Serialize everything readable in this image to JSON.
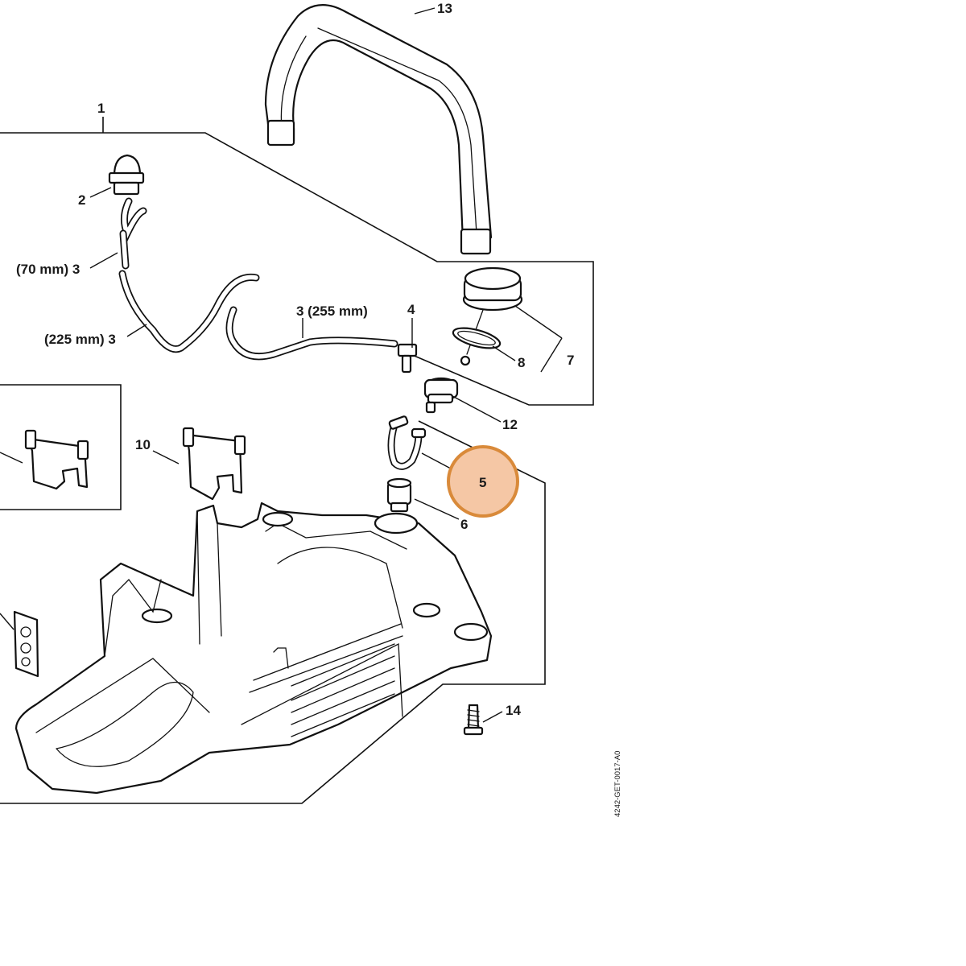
{
  "callouts": {
    "c1": "1",
    "c2": "2",
    "c3a": "(70 mm) 3",
    "c3b": "(225 mm) 3",
    "c3c": "3 (255 mm)",
    "c4": "4",
    "c5": "5",
    "c6": "6",
    "c7": "7",
    "c8": "8",
    "c10": "10",
    "c12": "12",
    "c13": "13",
    "c14": "14"
  },
  "drawing_code": "4242-GET-0017-A0",
  "highlight": {
    "target": "5",
    "color": "#f5c7a5",
    "stroke": "#d98a3a"
  }
}
